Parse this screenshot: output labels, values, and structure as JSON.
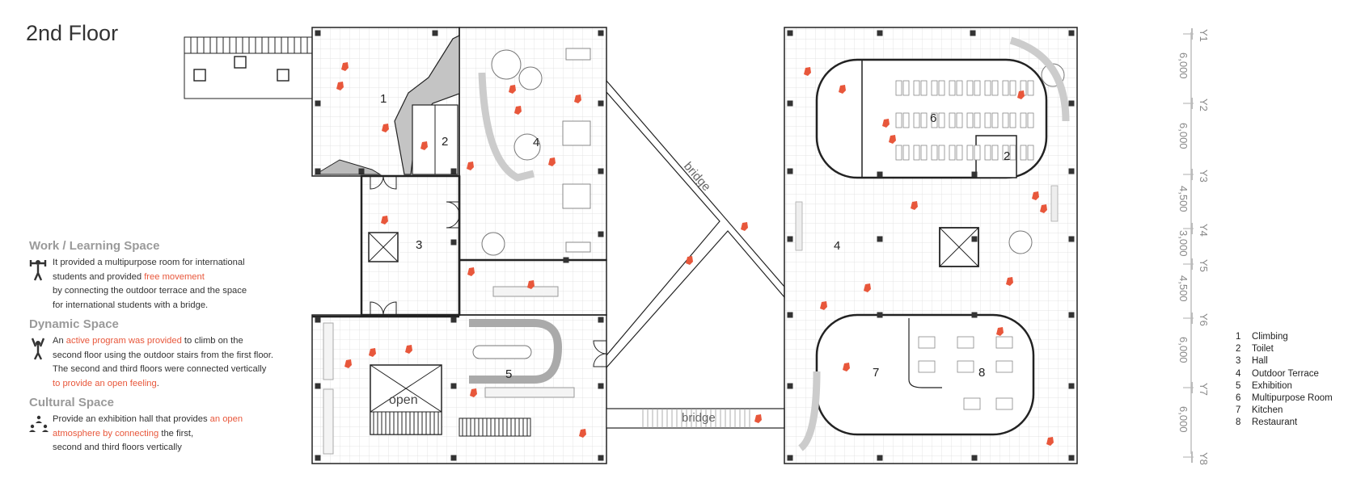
{
  "page": {
    "title": "2nd Floor"
  },
  "sections": [
    {
      "heading": "Work / Learning Space",
      "icon": "person-lifting-icon",
      "lines": [
        [
          {
            "t": "It provided a multipurpose room for international"
          }
        ],
        [
          {
            "t": "students and provided "
          },
          {
            "t": "free movement",
            "hl": true
          }
        ],
        [
          {
            "t": "by connecting the outdoor terrace and the space"
          }
        ],
        [
          {
            "t": "for international students with a bridge."
          }
        ]
      ]
    },
    {
      "heading": "Dynamic Space",
      "icon": "person-arms-up-icon",
      "lines": [
        [
          {
            "t": "An "
          },
          {
            "t": "active program was provided",
            "hl": true
          },
          {
            "t": " to climb on the"
          }
        ],
        [
          {
            "t": "second floor using the outdoor stairs from the first floor."
          }
        ],
        [
          {
            "t": "The second and third floors were connected vertically"
          }
        ],
        [
          {
            "t": "to provide an open feeling",
            "hl": true
          },
          {
            "t": "."
          }
        ]
      ]
    },
    {
      "heading": "Cultural Space",
      "icon": "people-group-icon",
      "lines": [
        [
          {
            "t": "Provide an exhibition hall that provides "
          },
          {
            "t": "an open",
            "hl": true
          }
        ],
        [
          {
            "t": "atmosphere by connecting",
            "hl": true
          },
          {
            "t": " the first,"
          }
        ],
        [
          {
            "t": "second and third floors vertically"
          }
        ]
      ]
    }
  ],
  "plan": {
    "room_labels": {
      "left_climbing": "1",
      "left_toilet": "2",
      "left_hall": "3",
      "left_terrace": "4",
      "left_exhibition": "5",
      "right_terrace": "4",
      "right_multipurpose": "6",
      "right_toilet": "2",
      "right_kitchen": "7",
      "right_restaurant": "8"
    },
    "open_label": "open",
    "bridge_upper": "bridge",
    "bridge_lower": "bridge"
  },
  "grid_axes": [
    {
      "label": "Y1",
      "dim": "6,000"
    },
    {
      "label": "Y2",
      "dim": "6,000"
    },
    {
      "label": "Y3",
      "dim": "4,500"
    },
    {
      "label": "Y4",
      "dim": "3,000"
    },
    {
      "label": "Y5",
      "dim": "4,500"
    },
    {
      "label": "Y6",
      "dim": "6,000"
    },
    {
      "label": "Y7",
      "dim": "6,000"
    },
    {
      "label": "Y8",
      "dim": ""
    }
  ],
  "legend": [
    {
      "num": "1",
      "label": "Climbing"
    },
    {
      "num": "2",
      "label": "Toilet"
    },
    {
      "num": "3",
      "label": "Hall"
    },
    {
      "num": "4",
      "label": "Outdoor Terrace"
    },
    {
      "num": "5",
      "label": "Exhibition"
    },
    {
      "num": "6",
      "label": "Multipurpose Room"
    },
    {
      "num": "7",
      "label": "Kitchen"
    },
    {
      "num": "8",
      "label": "Restaurant"
    }
  ],
  "colors": {
    "accent": "#e8573b",
    "heading_gray": "#9a9a9a",
    "line": "#222222",
    "grid": "#dddddd"
  }
}
